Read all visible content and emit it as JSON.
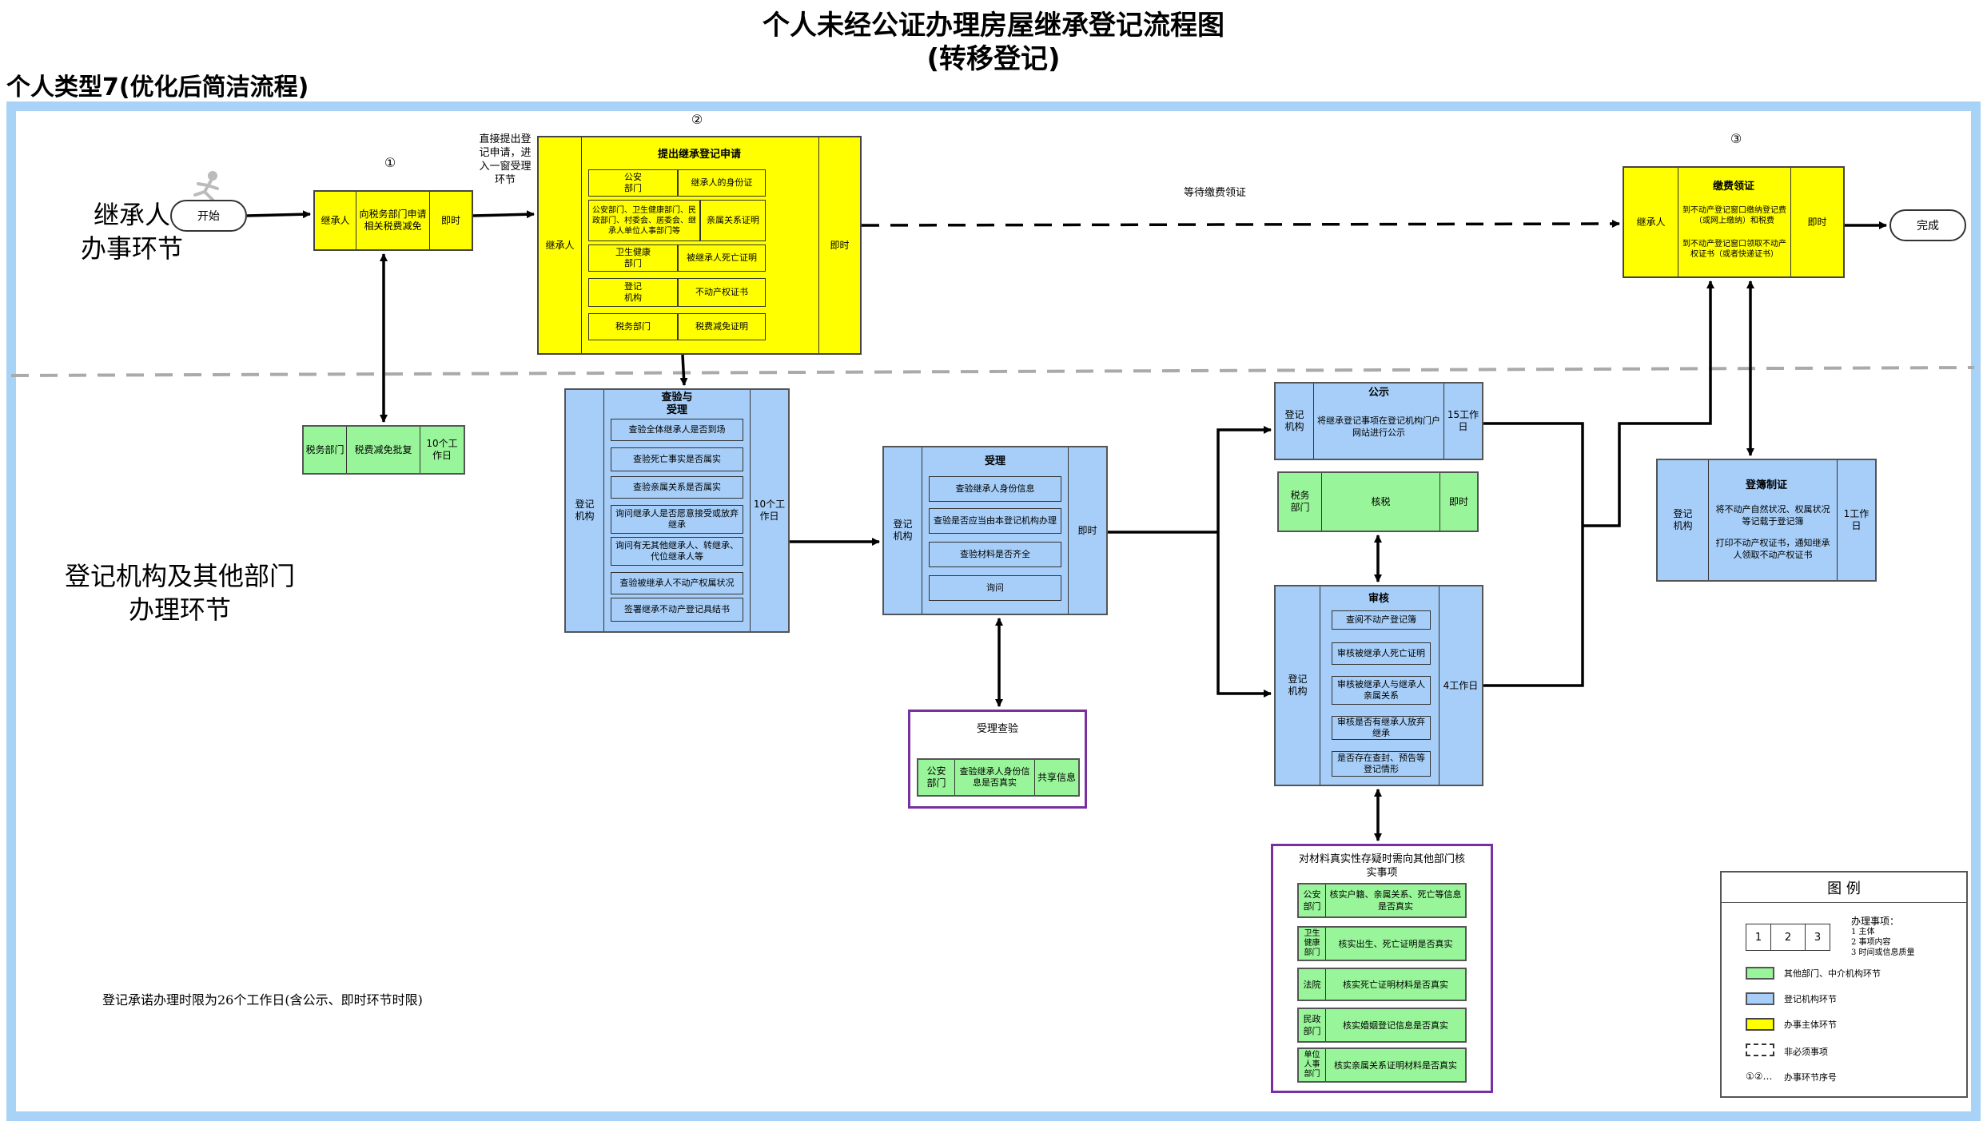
{
  "title": "个人未经公证办理房屋继承登记流程图",
  "subtitle": "(转移登记)",
  "subtype": "个人类型7(优化后简洁流程)",
  "lanes": {
    "heir": "继承人\n办事环节",
    "agency": "登记机构及其他部门\n办理环节"
  },
  "terminals": {
    "start": "开始",
    "end": "完成"
  },
  "step_numbers": {
    "s1": "①",
    "s2": "②",
    "s3": "③"
  },
  "annotations": {
    "direct_apply": "直接提出登记申请，进入一窗受理环节",
    "wait_pay": "等待缴费领证",
    "deadline_note": "登记承诺办理时限为26个工作日(含公示、即时环节时限)"
  },
  "step1": {
    "subject": "继承人",
    "content": "向税务部门申请相关税费减免",
    "time": "即时"
  },
  "tax_relief": {
    "subject": "税务部门",
    "content": "税费减免批复",
    "time": "10个工作日"
  },
  "step2": {
    "subject": "继承人",
    "header": "提出继承登记申请",
    "time": "即时",
    "rows": [
      {
        "dept": "公安\n部门",
        "doc": "继承人的身份证"
      },
      {
        "dept": "公安部门、卫生健康部门、民政部门、村委会、居委会、继承人单位人事部门等",
        "doc": "亲属关系证明"
      },
      {
        "dept": "卫生健康\n部门",
        "doc": "被继承人死亡证明"
      },
      {
        "dept": "登记\n机构",
        "doc": "不动产权证书"
      },
      {
        "dept": "税务部门",
        "doc": "税费减免证明"
      }
    ]
  },
  "check": {
    "subject": "登记\n机构",
    "header": "查验与\n受理",
    "time": "10个工\n作日",
    "items": [
      "查验全体继承人是否到场",
      "查验死亡事实是否属实",
      "查验亲属关系是否属实",
      "询问继承人是否愿意接受或放弃继承",
      "询问有无其他继承人、转继承、代位继承人等",
      "查验被继承人不动产权属状况",
      "签署继承不动产登记具结书"
    ]
  },
  "accept": {
    "subject": "登记\n机构",
    "header": "受理",
    "time": "即时",
    "items": [
      "查验继承人身份信息",
      "查验是否应当由本登记机构办理",
      "查验材料是否齐全",
      "询问"
    ]
  },
  "accept_verify": {
    "header": "受理查验",
    "dept": "公安\n部门",
    "content": "查验继承人身份信息是否真实",
    "note": "共享信息"
  },
  "publicity": {
    "subject": "登记\n机构",
    "header": "公示",
    "content": "将继承登记事项在登记机构门户网站进行公示",
    "time": "15工作\n日"
  },
  "taxcheck": {
    "subject": "税务\n部门",
    "content": "核税",
    "time": "即时"
  },
  "review": {
    "subject": "登记\n机构",
    "header": "审核",
    "time": "4工作日",
    "items": [
      "查阅不动产登记簿",
      "审核被继承人死亡证明",
      "审核被继承人与继承人亲属关系",
      "审核是否有继承人放弃继承",
      "是否存在查封、预告等登记情形"
    ]
  },
  "verify_others": {
    "header": "对材料真实性存疑时需向其他部门核实事项",
    "rows": [
      {
        "dept": "公安\n部门",
        "content": "核实户籍、亲属关系、死亡等信息是否真实"
      },
      {
        "dept": "卫生\n健康\n部门",
        "content": "核实出生、死亡证明是否真实"
      },
      {
        "dept": "法院",
        "content": "核实死亡证明材料是否真实"
      },
      {
        "dept": "民政\n部门",
        "content": "核实婚姻登记信息是否真实"
      },
      {
        "dept": "单位\n人事\n部门",
        "content": "核实亲属关系证明材料是否真实"
      }
    ]
  },
  "register": {
    "subject": "登记\n机构",
    "header": "登簿制证",
    "content1": "将不动产自然状况、权属状况等记载于登记簿",
    "content2": "打印不动产权证书，通知继承人领取不动产权证书",
    "time": "1工作日"
  },
  "pay": {
    "subject": "继承人",
    "header": "缴费领证",
    "content1": "到不动产登记窗口缴纳登记费（或网上缴纳）和税费",
    "content2": "到不动产登记窗口领取不动产权证书（或者快递证书）",
    "time": "即时"
  },
  "legend": {
    "title": "图        例",
    "cells": [
      "1",
      "2",
      "3"
    ],
    "matters_title": "办理事项：",
    "matters": [
      "1 主体",
      "2 事项内容",
      "3 时间或信息质量"
    ],
    "green": "其他部门、中介机构环节",
    "blue": "登记机构环节",
    "yellow": "办事主体环节",
    "dashed": "非必须事项",
    "seq_symbol": "①②…",
    "seq": "办事环节序号"
  },
  "colors": {
    "yellow": "#ffff00",
    "blue": "#a6cef8",
    "green": "#99f599",
    "frame": "#a9d2f7",
    "purple": "#7a2fa0"
  }
}
